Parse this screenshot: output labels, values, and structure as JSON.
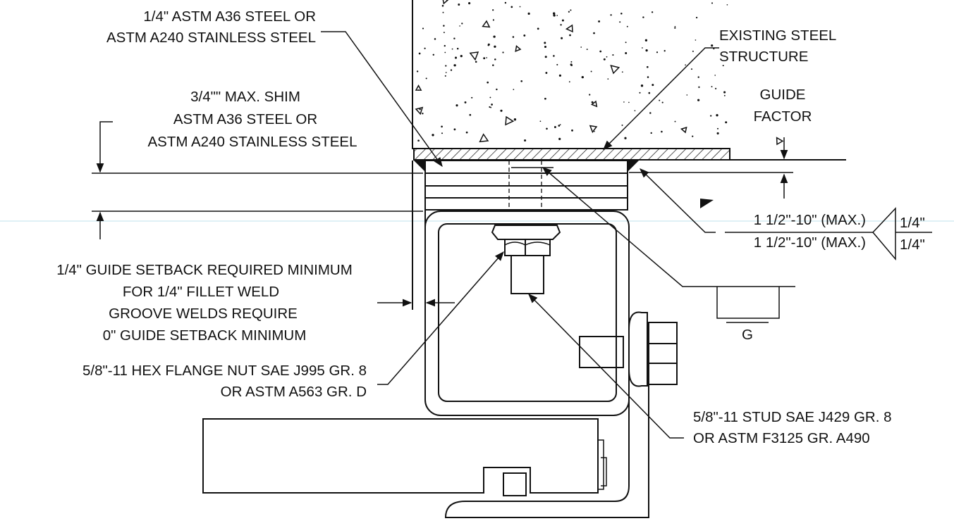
{
  "labels": {
    "plate": [
      "1/4\" ASTM A36 STEEL OR",
      "ASTM A240 STAINLESS STEEL"
    ],
    "structure": [
      "EXISTING STEEL",
      "STRUCTURE"
    ],
    "guide_factor": [
      "GUIDE",
      "FACTOR"
    ],
    "shim": [
      "3/4\"\" MAX. SHIM",
      "ASTM A36 STEEL OR",
      "ASTM A240 STAINLESS STEEL"
    ],
    "weld_top": "1 1/2\"-10\" (MAX.)",
    "weld_bottom": "1 1/2\"-10\" (MAX.)",
    "weld_size_top": "1/4\"",
    "weld_size_bottom": "1/4\"",
    "setback": [
      "1/4\" GUIDE SETBACK REQUIRED MINIMUM",
      "FOR 1/4\" FILLET WELD",
      "GROOVE WELDS REQUIRE",
      "0\" GUIDE SETBACK MINIMUM"
    ],
    "weld_symbol_letter": "G",
    "nut": [
      "5/8\"-11 HEX FLANGE NUT SAE J995 GR. 8",
      "OR ASTM A563 GR. D"
    ],
    "stud": [
      "5/8\"-11 STUD SAE J429 GR. 8",
      "OR ASTM F3125 GR. A490"
    ]
  }
}
